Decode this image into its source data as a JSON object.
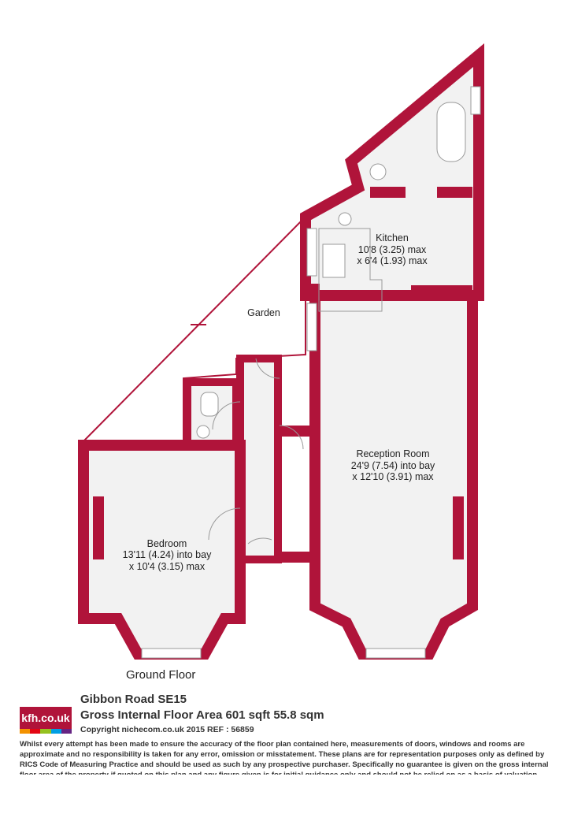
{
  "colors": {
    "wall": "#b0143a",
    "floor": "#f2f2f2",
    "background": "#ffffff",
    "logo_bar": [
      "#f39200",
      "#e30613",
      "#95c11f",
      "#009fe3",
      "#662483"
    ]
  },
  "rooms": {
    "kitchen": {
      "name": "Kitchen",
      "dim1": "10'8 (3.25) max",
      "dim2": "x 6'4 (1.93) max"
    },
    "garden": {
      "name": "Garden"
    },
    "reception": {
      "name": "Reception Room",
      "dim1": "24'9 (7.54) into bay",
      "dim2": "x 12'10 (3.91) max"
    },
    "bedroom": {
      "name": "Bedroom",
      "dim1": "13'11 (4.24) into bay",
      "dim2": "x 10'4 (3.15) max"
    }
  },
  "floor_label": "Ground Floor",
  "logo": {
    "text": "kfh.co.uk"
  },
  "property": {
    "address": "Gibbon Road SE15",
    "area": "Gross Internal Floor Area 601 sqft 55.8 sqm",
    "copyright": "Copyright nichecom.co.uk 2015 REF : 56859"
  },
  "disclaimer": "Whilst every attempt has been made to ensure the accuracy of the floor plan contained here, measurements of doors, windows and rooms are approximate and no responsibility is taken for any error, omission or misstatement.  These plans are for representation purposes only as defined by RICS Code of Measuring Practice and should be used as such by any prospective purchaser.  Specifically no guarantee is given on the gross internal floor area of the property if quoted on this plan and any figure given is for initial guidance only and should not be relied on as a basis of valuation."
}
